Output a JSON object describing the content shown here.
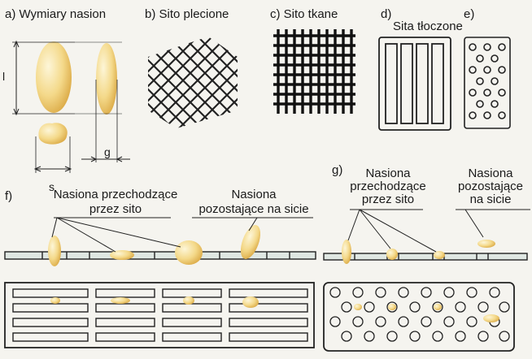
{
  "labels": {
    "a": "a) Wymiary nasion",
    "b": "b) Sito plecione",
    "c": "c) Sito tkane",
    "d": "d)",
    "e": "e)",
    "de_caption": "Sita tłoczone",
    "f": "f)",
    "g": "g)",
    "f_pass_1": "Nasiona przechodzące",
    "f_pass_2": "przez sito",
    "f_stay_1": "Nasiona",
    "f_stay_2": "pozostające na sicie",
    "g_pass_1": "Nasiona",
    "g_pass_2": "przechodzące",
    "g_pass_3": "przez sito",
    "g_stay_1": "Nasiona",
    "g_stay_2": "pozostające",
    "g_stay_3": "na sicie"
  },
  "dimensions": {
    "length": "l",
    "width": "s",
    "thickness": "g"
  },
  "colors": {
    "seed_light": "#fbf1c4",
    "seed_dark": "#e0b04a",
    "ink": "#1a1a1a",
    "paper": "#f5f4ef"
  }
}
